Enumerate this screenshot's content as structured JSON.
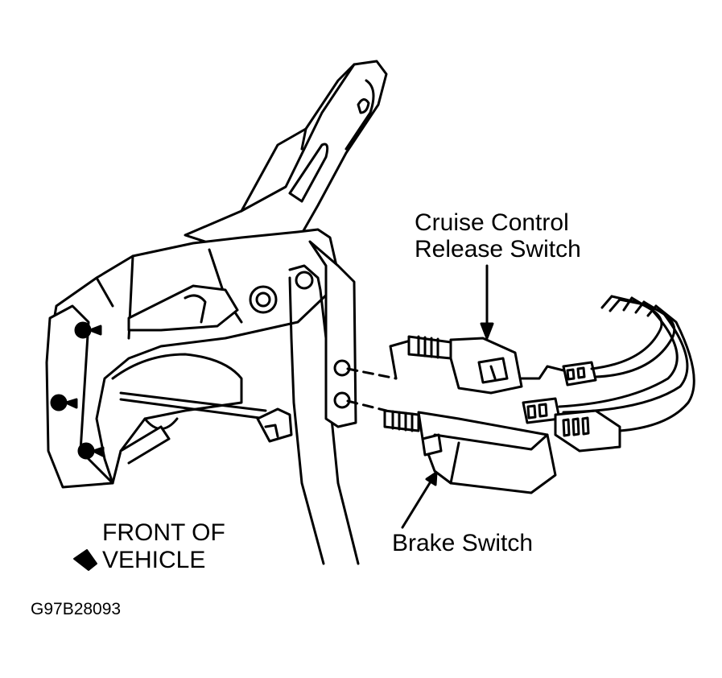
{
  "labels": {
    "cruise_line1": "Cruise Control",
    "cruise_line2": "Release Switch",
    "brake": "Brake Switch",
    "front_line1": "FRONT OF",
    "front_line2": "VEHICLE",
    "figure_code": "G97B28093"
  },
  "icons": {
    "direction_arrow": "front-direction-arrow-icon"
  },
  "colors": {
    "ink": "#000000",
    "paper": "#ffffff"
  }
}
